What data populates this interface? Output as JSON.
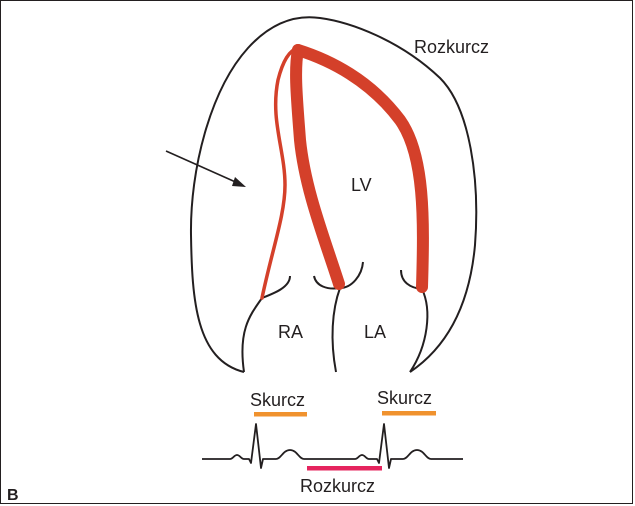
{
  "labels": {
    "top_right": "Rozkurcz",
    "lv": "LV",
    "ra": "RA",
    "la": "LA",
    "systole_left": "Skurcz",
    "systole_right": "Skurcz",
    "diastole_bottom": "Rozkurcz",
    "panel_letter": "B"
  },
  "colors": {
    "outline": "#231f20",
    "myocardium": "#d4402a",
    "systole_bar": "#f0922e",
    "diastole_bar": "#e5245e"
  },
  "icons": {
    "arrow": "arrow-pointer-icon"
  }
}
